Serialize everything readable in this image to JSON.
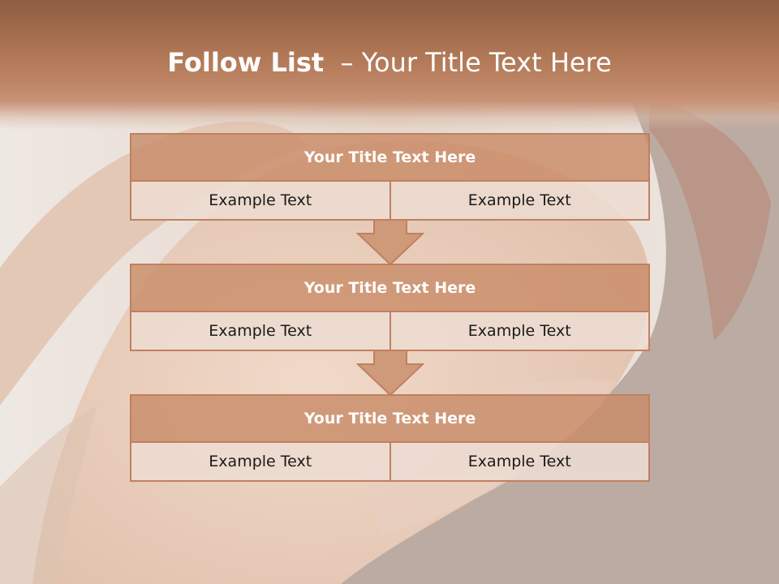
{
  "slide": {
    "title_bold": "Follow List",
    "title_rest": "– Your Title Text Here"
  },
  "steps": [
    {
      "title": "Your Title Text Here",
      "left": "Example Text",
      "right": "Example Text"
    },
    {
      "title": "Your Title Text Here",
      "left": "Example Text",
      "right": "Example Text"
    },
    {
      "title": "Your Title Text Here",
      "left": "Example Text",
      "right": "Example Text"
    }
  ],
  "colors": {
    "band": "#a8704f",
    "box_header": "#c98c69",
    "box_border": "#c0805f",
    "box_cell": "#eddcd2",
    "arrow": "#cf9a7a"
  },
  "icons": {
    "arrow": "down-arrow-icon"
  }
}
